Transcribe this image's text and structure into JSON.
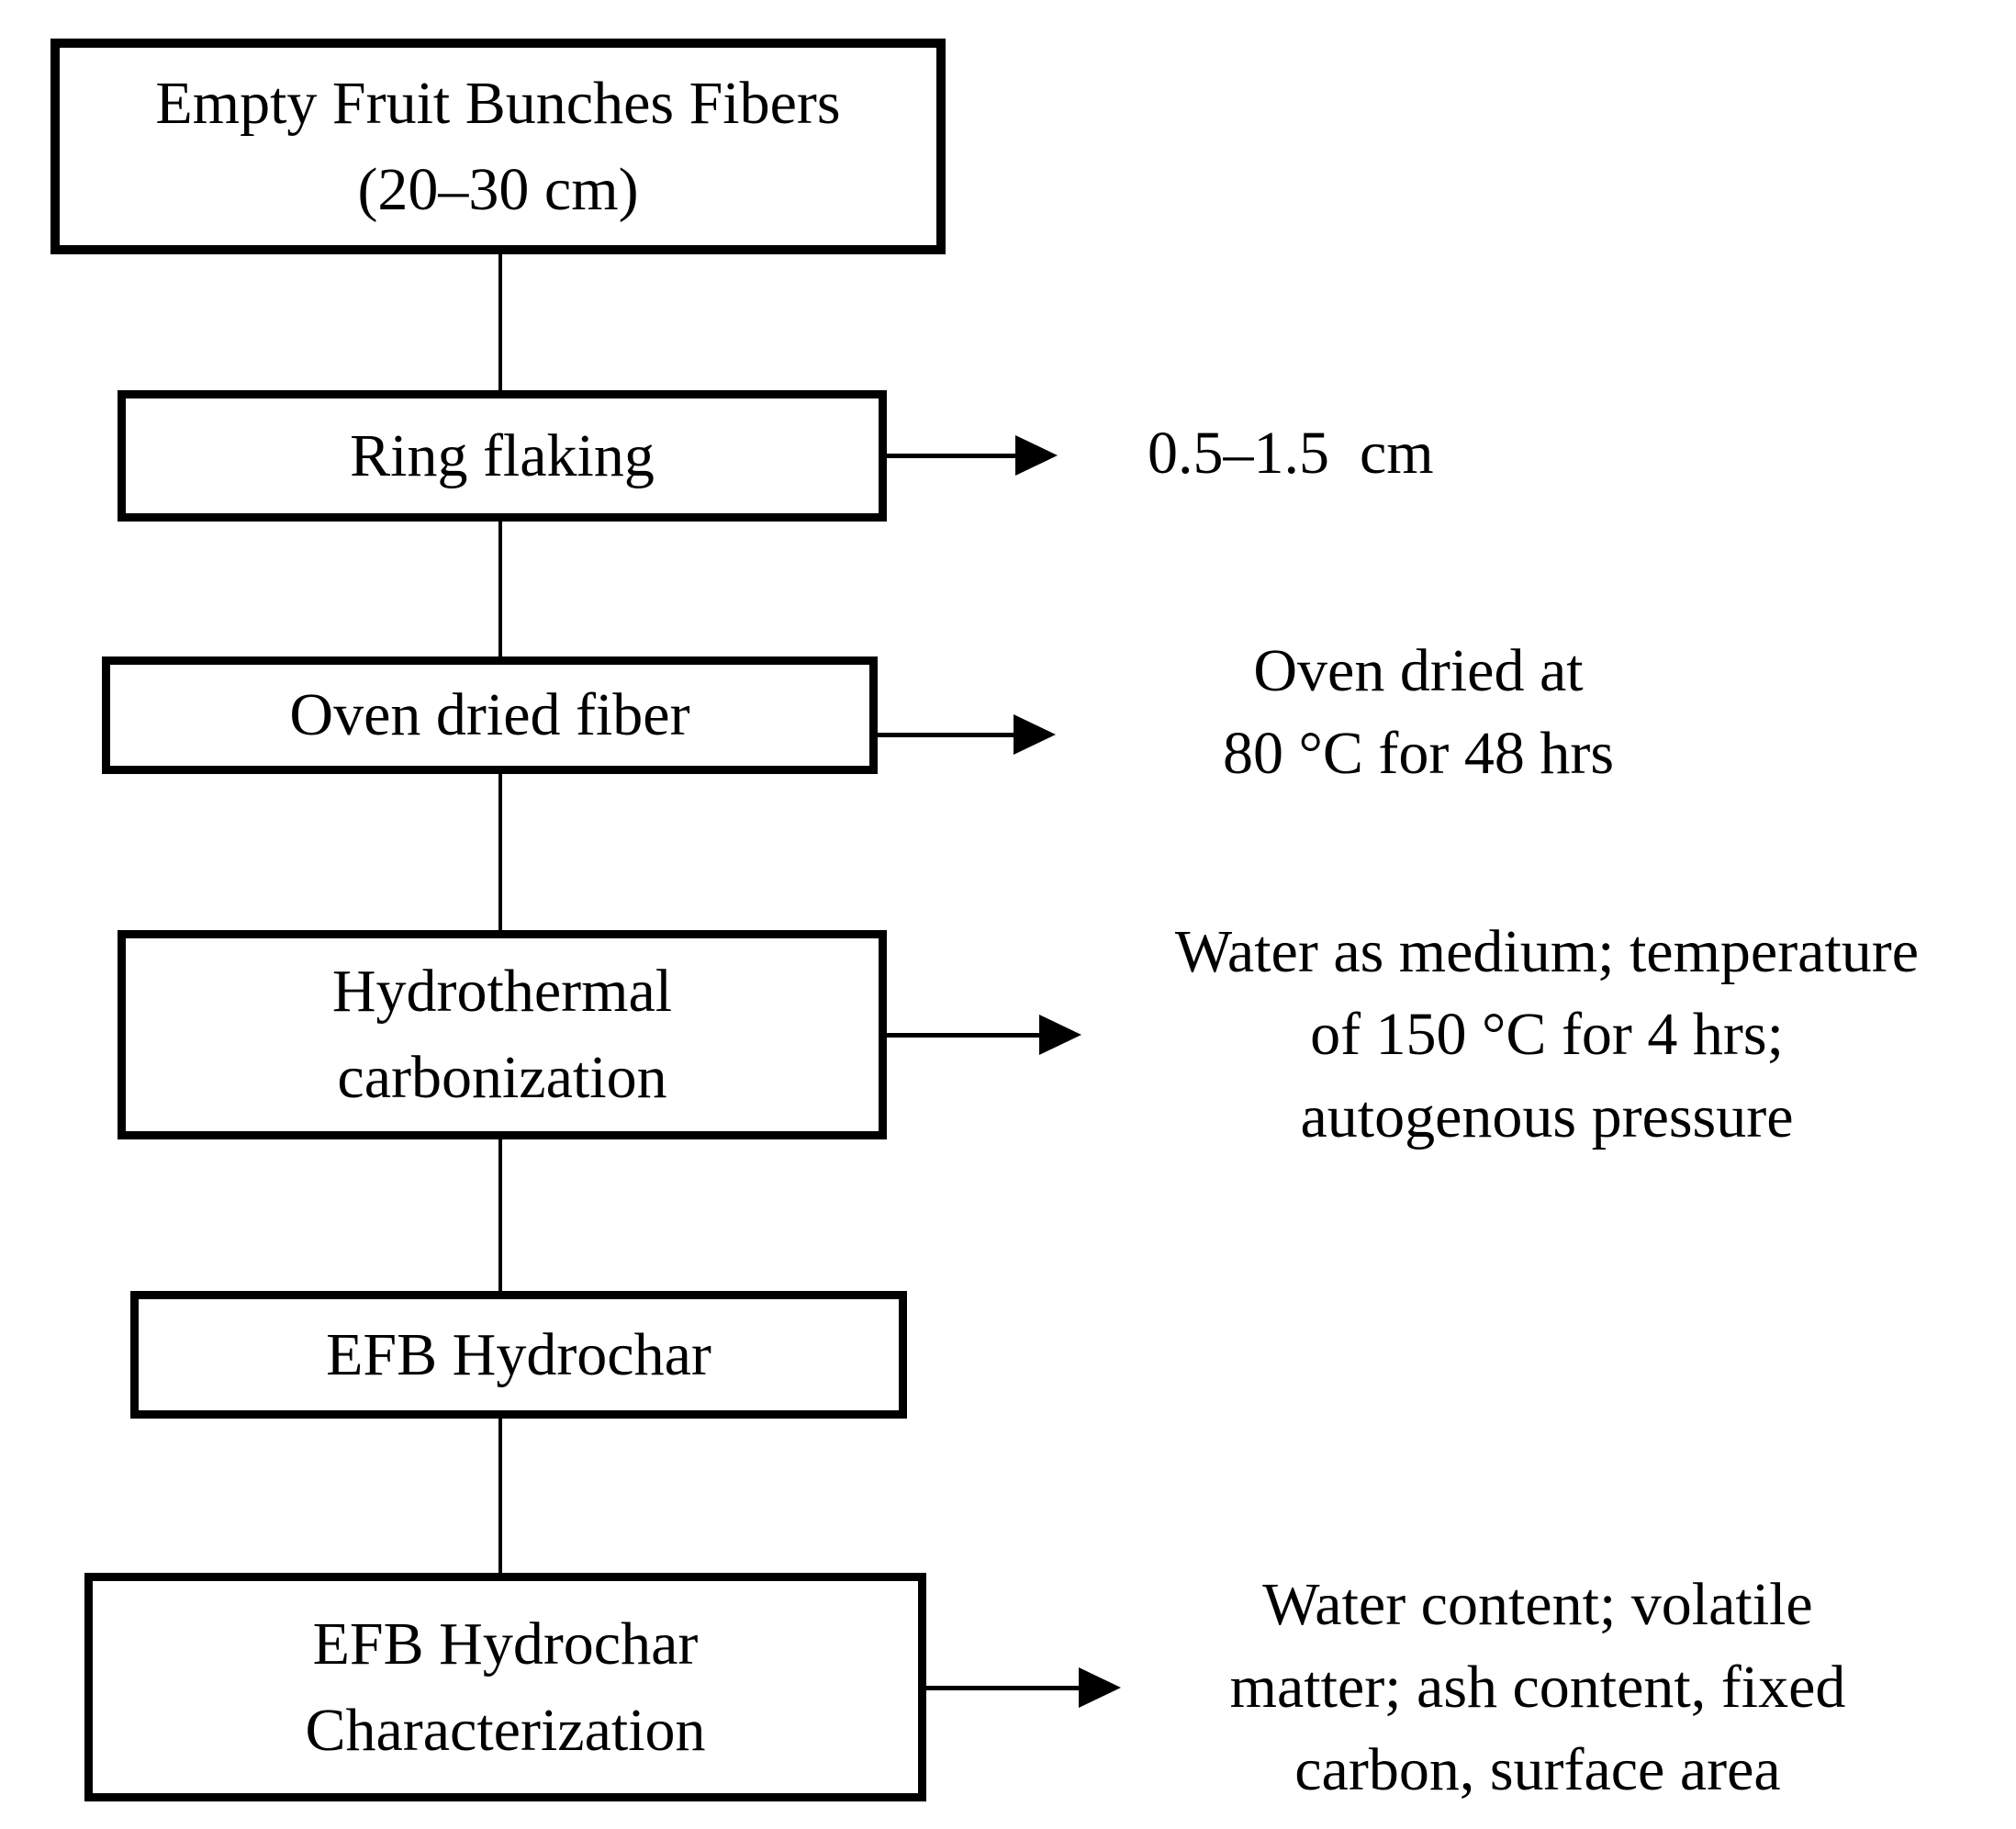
{
  "diagram": {
    "title": "EFB hydrochar preparation flowchart",
    "colors": {
      "line": "#000000",
      "background": "#ffffff",
      "box_fill": "#ffffff"
    },
    "nodes": [
      {
        "id": "efb-fibers",
        "label": "Empty Fruit Bunches Fibers\n(20–30 cm)"
      },
      {
        "id": "ring-flaking",
        "label": "Ring flaking"
      },
      {
        "id": "oven-dried-fiber",
        "label": "Oven dried fiber"
      },
      {
        "id": "hydrothermal",
        "label": "Hydrothermal\ncarbonization"
      },
      {
        "id": "efb-hydrochar",
        "label": "EFB Hydrochar"
      },
      {
        "id": "characterization",
        "label": "EFB Hydrochar\nCharacterization"
      }
    ],
    "annotations": [
      {
        "for": "ring-flaking",
        "text": "0.5–1.5  cm"
      },
      {
        "for": "oven-dried-fiber",
        "text": "Oven dried at\n80 °C for 48 hrs"
      },
      {
        "for": "hydrothermal",
        "text": "Water as medium; temperature\nof 150 °C for 4 hrs;\nautogenous pressure"
      },
      {
        "for": "characterization",
        "text": "Water content; volatile\nmatter; ash content, fixed\ncarbon, surface area"
      }
    ]
  }
}
